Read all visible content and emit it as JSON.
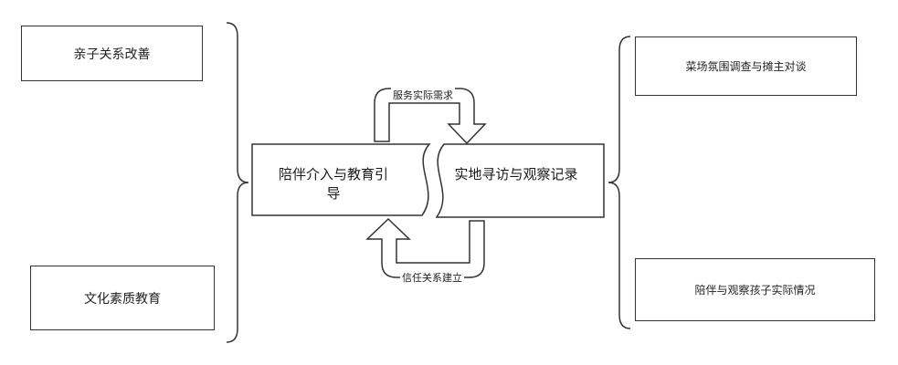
{
  "left_nodes": {
    "top": "亲子关系改善",
    "bottom": "文化素质教育"
  },
  "center": {
    "left_label": "陪伴介入与教育引导",
    "right_label": "实地寻访与观察记录"
  },
  "cycle_arrows": {
    "top_label": "服务实际需求",
    "bottom_label": "信任关系建立"
  },
  "right_nodes": {
    "top": "菜场氛围调查与摊主对谈",
    "bottom": "陪伴与观察孩子实际情况"
  },
  "colors": {
    "stroke": "#333333",
    "background": "#ffffff"
  }
}
